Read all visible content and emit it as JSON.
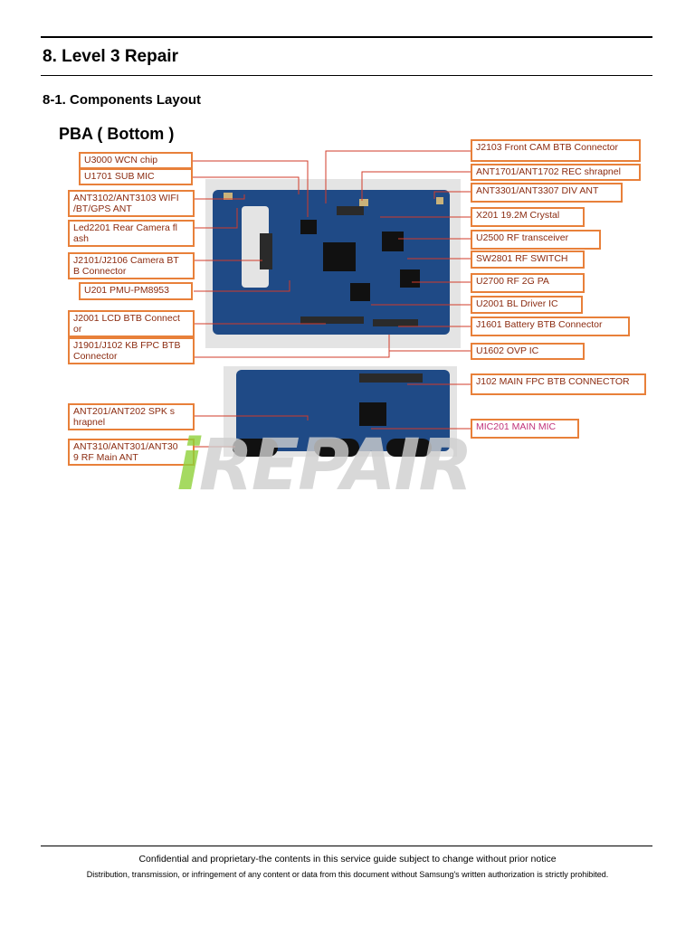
{
  "header": {
    "title": "8. Level 3 Repair",
    "subtitle": "8-1. Components Layout",
    "figure_title": "PBA ( Bottom )"
  },
  "callouts_left": [
    {
      "id": "u3000",
      "text": "U3000 WCN chip"
    },
    {
      "id": "u1701",
      "text": "U1701  SUB MIC"
    },
    {
      "id": "ant3102",
      "text": "ANT3102/ANT3103 WIFI\n/BT/GPS ANT"
    },
    {
      "id": "led2201",
      "text": "Led2201 Rear Camera fl\nash"
    },
    {
      "id": "j2101",
      "text": "J2101/J2106 Camera BT\nB Connector"
    },
    {
      "id": "u201",
      "text": "U201 PMU-PM8953"
    },
    {
      "id": "j2001",
      "text": "J2001 LCD BTB Connect\nor"
    },
    {
      "id": "j1901",
      "text": "J1901/J102 KB FPC BTB\nConnector"
    },
    {
      "id": "ant201",
      "text": "ANT201/ANT202  SPK s\nhrapnel"
    },
    {
      "id": "ant310",
      "text": "ANT310/ANT301/ANT30\n9 RF Main ANT"
    }
  ],
  "callouts_right": [
    {
      "id": "j2103",
      "text": "J2103 Front CAM BTB Connector"
    },
    {
      "id": "ant1701",
      "text": "ANT1701/ANT1702 REC shrapnel"
    },
    {
      "id": "ant3301",
      "text": "ANT3301/ANT3307 DIV ANT"
    },
    {
      "id": "x201",
      "text": "X201 19.2M Crystal"
    },
    {
      "id": "u2500",
      "text": "U2500  RF transceiver"
    },
    {
      "id": "sw2801",
      "text": "SW2801  RF SWITCH"
    },
    {
      "id": "u2700",
      "text": "U2700  RF 2G PA"
    },
    {
      "id": "u2001",
      "text": "U2001  BL Driver IC"
    },
    {
      "id": "j1601",
      "text": "J1601 Battery BTB Connector"
    },
    {
      "id": "u1602",
      "text": "U1602  OVP IC"
    },
    {
      "id": "j102",
      "text": "J102 MAIN FPC BTB CONNECTOR"
    },
    {
      "id": "mic201",
      "text": "MIC201 MAIN MIC"
    }
  ],
  "watermark": {
    "i": "i",
    "rest": "REPAIR"
  },
  "footer": {
    "line1": "Confidential and proprietary-the contents in this service guide subject to change without prior notice",
    "line2": "Distribution, transmission, or infringement of any content or data from this document without Samsung's written authorization is strictly prohibited."
  },
  "colors": {
    "callout_border": "#e8803a",
    "callout_text": "#8b2b10",
    "pcb": "#1f4a86",
    "watermark_i": "#8fd23a"
  }
}
